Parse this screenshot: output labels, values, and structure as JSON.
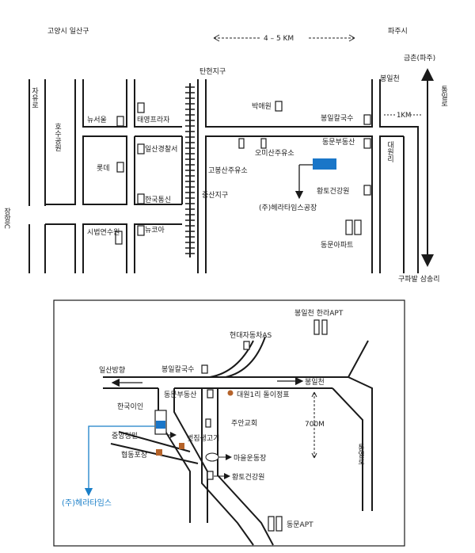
{
  "top_map": {
    "region_left": "고양시 일산구",
    "region_right": "파주시",
    "distance": "4 – 5 KM",
    "tanhyeon": "탄현지구",
    "geumchon": "금촌(파주)",
    "bongilcheon": "봉일천",
    "tongil_ro": "통일로",
    "jayu_ro": "자유로",
    "hosu_park": "호수공원",
    "janghang_ic": "장항IC",
    "newseoul": "뉴서울",
    "lotte": "롯데",
    "siberp": "시법연수원",
    "taeyoung": "태영프라자",
    "ilsan_police": "일산경찰서",
    "hanguk_tongsin": "한국통신",
    "newcore": "뉴코아",
    "bakaewon": "박애원",
    "bongil_kalguksu": "봉일칼국수",
    "one_km": "1KM",
    "dongmun_realty": "동문부동산",
    "omisan_gas": "오미산주유소",
    "gobongsan_gas": "고봉산주유소",
    "daewon_ri": "대원리",
    "hwangto_health": "황토건강원",
    "jungsan": "중산지구",
    "factory": "(주)헤라타임스공장",
    "dongmun_apt": "동문아파트",
    "gupabal": "구파발 삼송리"
  },
  "bottom_map": {
    "bongilcheon_hanra": "봉일천 한라APT",
    "hyundai_as": "현대자동차AS",
    "ilsan_dir": "일산방향",
    "bongil_kalguksu": "봉일칼국수",
    "bongilcheon": "봉일천",
    "dongmun_realty": "동문부동산",
    "daewon_stop": "대원1리 돌이정표",
    "hanguk_ion": "한국이인",
    "juan_church": "주안교회",
    "seven_hundred": "700M",
    "jungang_mill": "중앙정밀",
    "butjip": "벗짐생고기",
    "hyeopdong": "협동포장",
    "village_ground": "마을운동장",
    "tongil_ro": "통일로",
    "hwangto_health": "황토건강원",
    "heratimes": "(주)헤라타임스",
    "dongmun_apt": "동문APT"
  },
  "colors": {
    "factory_blue": "#1a76c8",
    "marker_brown": "#b5632a",
    "route_blue": "#1a7fc8"
  }
}
